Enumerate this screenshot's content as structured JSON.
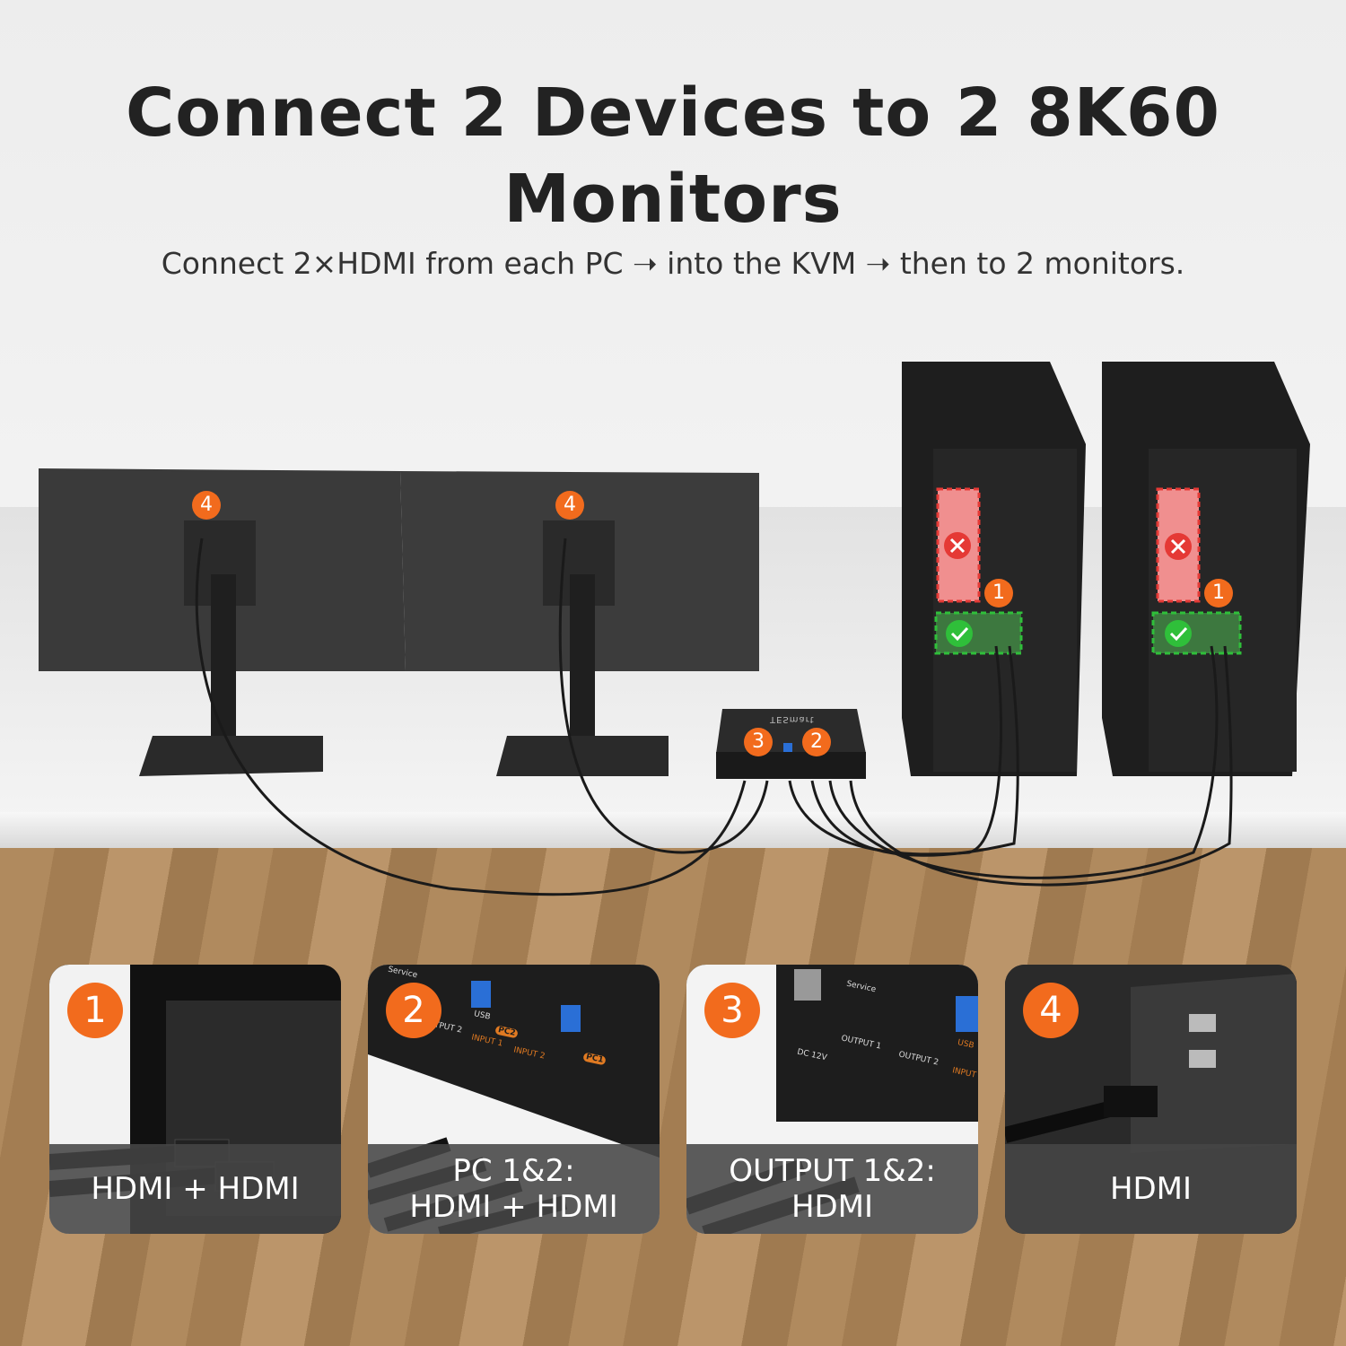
{
  "header": {
    "title": "Connect 2 Devices to 2 8K60 Monitors",
    "subtitle": "Connect 2×HDMI from each PC ➝ into the KVM ➝ then to 2 monitors."
  },
  "scene": {
    "step_badges": {
      "monitor_left": "4",
      "monitor_right": "4",
      "kvm_output": "3",
      "kvm_input": "2",
      "pc_left": "1",
      "pc_right": "1"
    },
    "brand": "TESmart",
    "accent": "#f26b1d",
    "ok_color": "#2fbf3a",
    "error_color": "#e53935"
  },
  "panels": [
    {
      "number": "1",
      "caption_lines": [
        "HDMI + HDMI"
      ]
    },
    {
      "number": "2",
      "caption_lines": [
        "PC 1&2:",
        "HDMI + HDMI"
      ],
      "labels": [
        "Service",
        "OUTPUT 2",
        "USB",
        "PC2",
        "INPUT 1",
        "INPUT 2",
        "PC1"
      ]
    },
    {
      "number": "3",
      "caption_lines": [
        "OUTPUT 1&2:",
        "HDMI"
      ],
      "labels": [
        "Service",
        "OUTPUT 1",
        "OUTPUT 2",
        "DC 12V",
        "USB",
        "INPUT"
      ]
    },
    {
      "number": "4",
      "caption_lines": [
        "HDMI"
      ]
    }
  ]
}
